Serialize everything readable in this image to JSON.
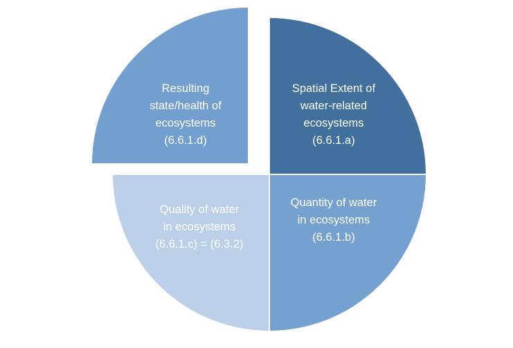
{
  "segments": [
    {
      "id": "tl",
      "label": "Resulting\nstate/health of\necosystems\n(6.6.1.d)",
      "color": "#729fcf"
    },
    {
      "id": "tr",
      "label": "Spatial Extent of\nwater-related\necosystems\n(6.6.1.a)",
      "color": "#41709f"
    },
    {
      "id": "br",
      "label": "Quantity of water\nin ecosystems\n(6.6.1.b)",
      "color": "#75a1d0"
    },
    {
      "id": "bl",
      "label": "Quality of water\nin ecosystems\n(6.6.1.c) = (6.3.2)",
      "color": "#bccfe9"
    }
  ]
}
